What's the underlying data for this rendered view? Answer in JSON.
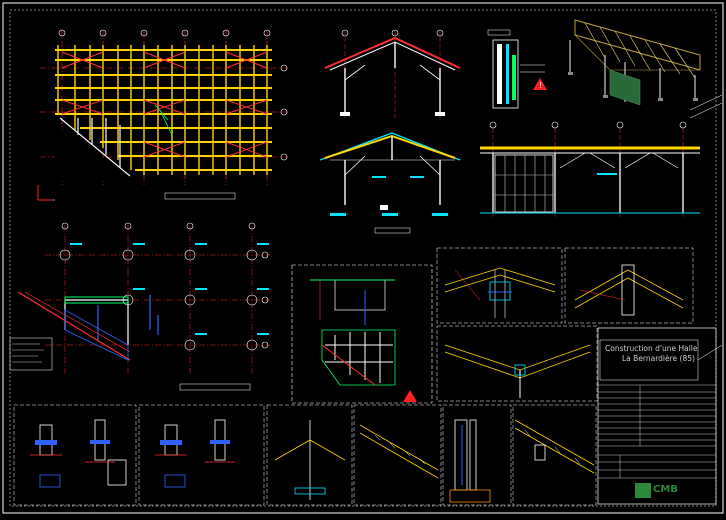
{
  "drawing": {
    "background": "#000000",
    "title_block": {
      "line1": "Construction d'une Halle",
      "line2": "La Bernardière (85)",
      "company": "CMB"
    },
    "colors": {
      "frame": "#ffffff",
      "axis": "#ff2020",
      "timber": "#ffd400",
      "structure": "#ffffff",
      "bracing": "#ff3030",
      "dimension": "#00e5ff",
      "blue": "#3060ff",
      "green": "#00ff66",
      "warning": "#ff2020"
    }
  }
}
